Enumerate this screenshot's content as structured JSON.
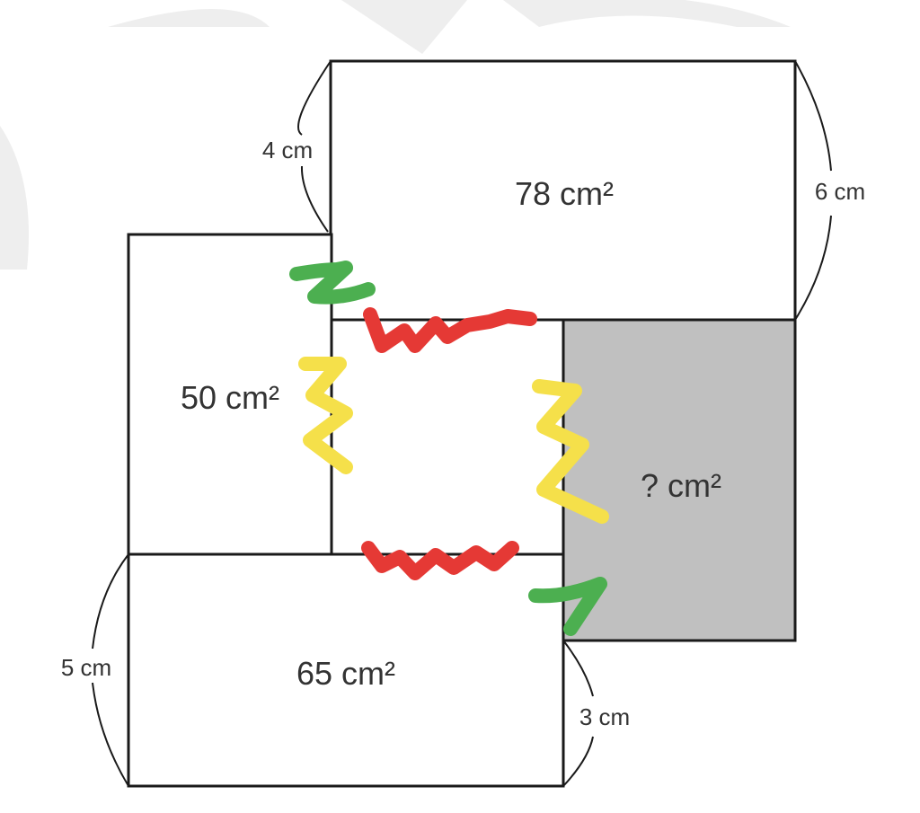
{
  "labels": {
    "top_area": "78 cm²",
    "left_area": "50 cm²",
    "unknown_area": "? cm²",
    "bottom_area": "65 cm²",
    "top_left_dim": "4 cm",
    "top_right_dim": "6 cm",
    "bottom_left_dim": "5 cm",
    "bottom_right_dim": "3 cm"
  },
  "colors": {
    "outline": "#1a1a1a",
    "unknown_fill": "#c0c0c0",
    "green_mark": "#4caf50",
    "red_mark": "#e53935",
    "yellow_mark": "#f5e04a",
    "watermark": "#ececec"
  }
}
